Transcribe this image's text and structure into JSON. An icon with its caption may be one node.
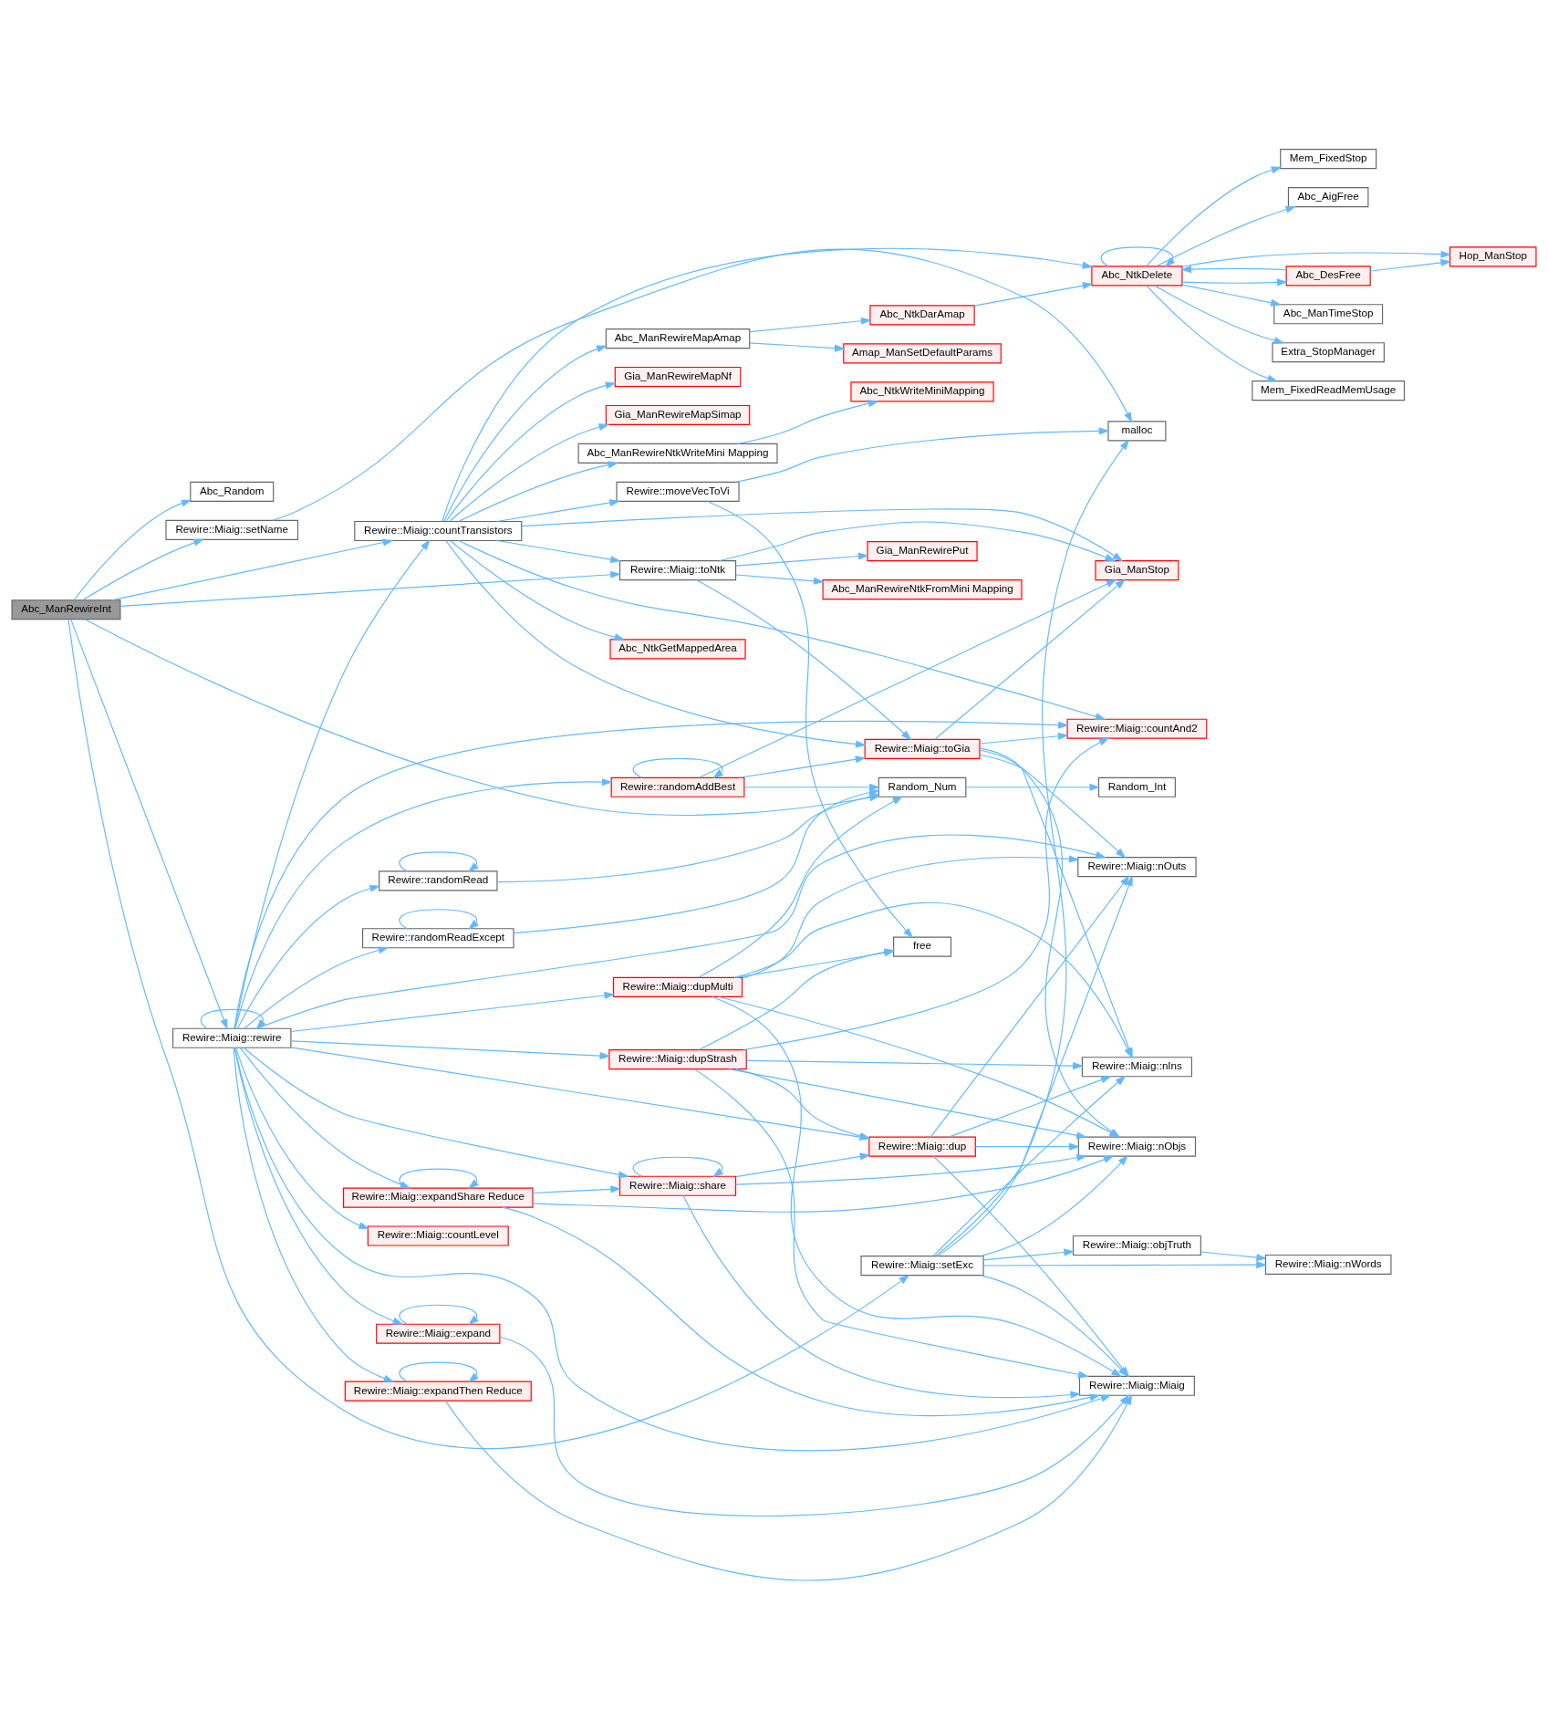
{
  "diagram": {
    "nodes": [
      {
        "text": [
          "Abc_ManRewireInt"
        ]
      },
      {
        "text": [
          "Abc_Random"
        ]
      },
      {
        "text": [
          "Rewire::Miaig::countTransistors"
        ]
      },
      {
        "text": [
          "Rewire::Miaig::setName"
        ]
      },
      {
        "text": [
          "Rewire::Miaig::rewire"
        ]
      },
      {
        "text": [
          "Abc_ManRewireMapAmap"
        ]
      },
      {
        "text": [
          "Abc_ManRewireNtkWriteMini Mapping"
        ]
      },
      {
        "text": [
          "Abc_NtkGetMappedArea"
        ]
      },
      {
        "text": [
          "Rewire::Miaig::toNtk"
        ]
      },
      {
        "text": [
          "Rewire::randomAddBest"
        ]
      },
      {
        "text": [
          "Rewire::randomRead"
        ]
      },
      {
        "text": [
          "Rewire::randomReadExcept"
        ]
      },
      {
        "text": [
          "Rewire::moveVecToVi"
        ]
      },
      {
        "text": [
          "Gia_ManRewireMapNf"
        ]
      },
      {
        "text": [
          "Gia_ManRewireMapSimap"
        ]
      },
      {
        "text": [
          "Rewire::Miaig::dupMulti"
        ]
      },
      {
        "text": [
          "Rewire::Miaig::dupStrash"
        ]
      },
      {
        "text": [
          "Rewire::Miaig::share"
        ]
      },
      {
        "text": [
          "Rewire::Miaig::expandShare Reduce"
        ]
      },
      {
        "text": [
          "Rewire::Miaig::countLevel"
        ]
      },
      {
        "text": [
          "Rewire::Miaig::expand"
        ]
      },
      {
        "text": [
          "Rewire::Miaig::expandThen Reduce"
        ]
      },
      {
        "text": [
          "Abc_NtkDarAmap"
        ]
      },
      {
        "text": [
          "Amap_ManSetDefaultParams"
        ]
      },
      {
        "text": [
          "Abc_NtkWriteMiniMapping"
        ]
      },
      {
        "text": [
          "Abc_NtkDelete"
        ]
      },
      {
        "text": [
          "Rewire::Miaig::countAnd2"
        ]
      },
      {
        "text": [
          "Rewire::Miaig::toGia"
        ]
      },
      {
        "text": [
          "Abc_ManRewireNtkFromMini Mapping"
        ]
      },
      {
        "text": [
          "Gia_ManRewirePut"
        ]
      },
      {
        "text": [
          "Random_Num"
        ]
      },
      {
        "text": [
          "free"
        ]
      },
      {
        "text": [
          "Rewire::Miaig::setExc"
        ]
      },
      {
        "text": [
          "Rewire::Miaig::dup"
        ]
      },
      {
        "text": [
          "Abc_AigFree"
        ]
      },
      {
        "text": [
          "Hop_ManStop"
        ]
      },
      {
        "text": [
          "Abc_DesFree"
        ]
      },
      {
        "text": [
          "Abc_ManTimeStop"
        ]
      },
      {
        "text": [
          "Extra_StopManager"
        ]
      },
      {
        "text": [
          "Mem_FixedReadMemUsage"
        ]
      },
      {
        "text": [
          "Mem_FixedStop"
        ]
      },
      {
        "text": [
          "Gia_ManStop"
        ]
      },
      {
        "text": [
          "Random_Int"
        ]
      },
      {
        "text": [
          "malloc"
        ]
      },
      {
        "text": [
          "Rewire::Miaig::nIns"
        ]
      },
      {
        "text": [
          "Rewire::Miaig::objTruth"
        ]
      },
      {
        "text": [
          "Rewire::Miaig::nObjs"
        ]
      },
      {
        "text": [
          "Rewire::Miaig::nOuts"
        ]
      },
      {
        "text": [
          "Rewire::Miaig::nWords"
        ]
      },
      {
        "text": [
          "Rewire::Miaig::Miaig"
        ]
      }
    ],
    "edges": [
      {
        "from": 0,
        "to": 1,
        "arrow": "to"
      },
      {
        "from": 0,
        "to": 2,
        "arrow": "to"
      },
      {
        "from": 0,
        "to": 8,
        "arrow": "to"
      },
      {
        "from": 0,
        "to": 30,
        "arrow": "to"
      },
      {
        "from": 0,
        "to": 3,
        "arrow": "to"
      },
      {
        "from": 0,
        "to": 4,
        "arrow": "to"
      },
      {
        "from": 0,
        "to": 32,
        "arrow": "to"
      },
      {
        "from": 2,
        "to": 25,
        "arrow": "to"
      },
      {
        "from": 2,
        "to": 5,
        "arrow": "to"
      },
      {
        "from": 2,
        "to": 6,
        "arrow": "to"
      },
      {
        "from": 2,
        "to": 7,
        "arrow": "to"
      },
      {
        "from": 2,
        "to": 26,
        "arrow": "to"
      },
      {
        "from": 2,
        "to": 27,
        "arrow": "to"
      },
      {
        "from": 2,
        "to": 8,
        "arrow": "to"
      },
      {
        "from": 2,
        "to": 41,
        "arrow": "to"
      },
      {
        "from": 2,
        "to": 12,
        "arrow": "to"
      },
      {
        "from": 2,
        "to": 13,
        "arrow": "to"
      },
      {
        "from": 2,
        "to": 14,
        "arrow": "to"
      },
      {
        "from": 5,
        "to": 22,
        "arrow": "to"
      },
      {
        "from": 5,
        "to": 23,
        "arrow": "to"
      },
      {
        "from": 6,
        "to": 24,
        "arrow": "to"
      },
      {
        "from": 22,
        "to": 25,
        "arrow": "to"
      },
      {
        "from": 25,
        "to": 25,
        "arrow": "to"
      },
      {
        "from": 25,
        "to": 34,
        "arrow": "to"
      },
      {
        "from": 25,
        "to": 35,
        "arrow": "to"
      },
      {
        "from": 25,
        "to": 36,
        "arrow": "to"
      },
      {
        "from": 25,
        "to": 37,
        "arrow": "to"
      },
      {
        "from": 25,
        "to": 38,
        "arrow": "to"
      },
      {
        "from": 25,
        "to": 39,
        "arrow": "to"
      },
      {
        "from": 25,
        "to": 40,
        "arrow": "to"
      },
      {
        "from": 36,
        "to": 25,
        "arrow": "to"
      },
      {
        "from": 36,
        "to": 35,
        "arrow": "to"
      },
      {
        "from": 8,
        "to": 27,
        "arrow": "to"
      },
      {
        "from": 8,
        "to": 28,
        "arrow": "to"
      },
      {
        "from": 8,
        "to": 29,
        "arrow": "to"
      },
      {
        "from": 8,
        "to": 41,
        "arrow": "to"
      },
      {
        "from": 27,
        "to": 26,
        "arrow": "to"
      },
      {
        "from": 27,
        "to": 41,
        "arrow": "to"
      },
      {
        "from": 27,
        "to": 44,
        "arrow": "to"
      },
      {
        "from": 27,
        "to": 46,
        "arrow": "to"
      },
      {
        "from": 27,
        "to": 47,
        "arrow": "to"
      },
      {
        "from": 9,
        "to": 9,
        "arrow": "to"
      },
      {
        "from": 9,
        "to": 27,
        "arrow": "to"
      },
      {
        "from": 9,
        "to": 30,
        "arrow": "to"
      },
      {
        "from": 9,
        "to": 41,
        "arrow": "to"
      },
      {
        "from": 10,
        "to": 10,
        "arrow": "to"
      },
      {
        "from": 10,
        "to": 30,
        "arrow": "to"
      },
      {
        "from": 11,
        "to": 11,
        "arrow": "to"
      },
      {
        "from": 11,
        "to": 30,
        "arrow": "to"
      },
      {
        "from": 30,
        "to": 42,
        "arrow": "to"
      },
      {
        "from": 12,
        "to": 31,
        "arrow": "to"
      },
      {
        "from": 12,
        "to": 43,
        "arrow": "to"
      },
      {
        "from": 3,
        "to": 43,
        "arrow": "to"
      },
      {
        "from": 4,
        "to": 4,
        "arrow": "to"
      },
      {
        "from": 4,
        "to": 2,
        "arrow": "to"
      },
      {
        "from": 4,
        "to": 26,
        "arrow": "to"
      },
      {
        "from": 4,
        "to": 9,
        "arrow": "to"
      },
      {
        "from": 4,
        "to": 10,
        "arrow": "to"
      },
      {
        "from": 4,
        "to": 11,
        "arrow": "to"
      },
      {
        "from": 4,
        "to": 15,
        "arrow": "to"
      },
      {
        "from": 4,
        "to": 16,
        "arrow": "to"
      },
      {
        "from": 4,
        "to": 33,
        "arrow": "to"
      },
      {
        "from": 4,
        "to": 47,
        "arrow": "to"
      },
      {
        "from": 4,
        "to": 17,
        "arrow": "to"
      },
      {
        "from": 4,
        "to": 18,
        "arrow": "to"
      },
      {
        "from": 4,
        "to": 19,
        "arrow": "to"
      },
      {
        "from": 4,
        "to": 49,
        "arrow": "to"
      },
      {
        "from": 4,
        "to": 20,
        "arrow": "to"
      },
      {
        "from": 4,
        "to": 21,
        "arrow": "to"
      },
      {
        "from": 15,
        "to": 30,
        "arrow": "to"
      },
      {
        "from": 15,
        "to": 31,
        "arrow": "to"
      },
      {
        "from": 15,
        "to": 44,
        "arrow": "to"
      },
      {
        "from": 15,
        "to": 46,
        "arrow": "to"
      },
      {
        "from": 15,
        "to": 47,
        "arrow": "to"
      },
      {
        "from": 15,
        "to": 49,
        "arrow": "to"
      },
      {
        "from": 16,
        "to": 26,
        "arrow": "to"
      },
      {
        "from": 16,
        "to": 31,
        "arrow": "to"
      },
      {
        "from": 16,
        "to": 44,
        "arrow": "to"
      },
      {
        "from": 16,
        "to": 46,
        "arrow": "to"
      },
      {
        "from": 16,
        "to": 33,
        "arrow": "to"
      },
      {
        "from": 16,
        "to": 49,
        "arrow": "to"
      },
      {
        "from": 32,
        "to": 43,
        "arrow": "to"
      },
      {
        "from": 32,
        "to": 44,
        "arrow": "to"
      },
      {
        "from": 32,
        "to": 48,
        "arrow": "to"
      },
      {
        "from": 32,
        "to": 45,
        "arrow": "to"
      },
      {
        "from": 32,
        "to": 46,
        "arrow": "to"
      },
      {
        "from": 32,
        "to": 47,
        "arrow": "to"
      },
      {
        "from": 32,
        "to": 49,
        "arrow": "to"
      },
      {
        "from": 45,
        "to": 48,
        "arrow": "to"
      },
      {
        "from": 33,
        "to": 44,
        "arrow": "to"
      },
      {
        "from": 33,
        "to": 46,
        "arrow": "to"
      },
      {
        "from": 33,
        "to": 47,
        "arrow": "to"
      },
      {
        "from": 33,
        "to": 49,
        "arrow": "to"
      },
      {
        "from": 17,
        "to": 17,
        "arrow": "to"
      },
      {
        "from": 17,
        "to": 33,
        "arrow": "to"
      },
      {
        "from": 17,
        "to": 46,
        "arrow": "to"
      },
      {
        "from": 17,
        "to": 49,
        "arrow": "to"
      },
      {
        "from": 18,
        "to": 18,
        "arrow": "to"
      },
      {
        "from": 18,
        "to": 17,
        "arrow": "to"
      },
      {
        "from": 18,
        "to": 46,
        "arrow": "to"
      },
      {
        "from": 18,
        "to": 49,
        "arrow": "to"
      },
      {
        "from": 20,
        "to": 20,
        "arrow": "to"
      },
      {
        "from": 20,
        "to": 49,
        "arrow": "to"
      },
      {
        "from": 21,
        "to": 21,
        "arrow": "to"
      },
      {
        "from": 21,
        "to": 49,
        "arrow": "to"
      }
    ]
  }
}
